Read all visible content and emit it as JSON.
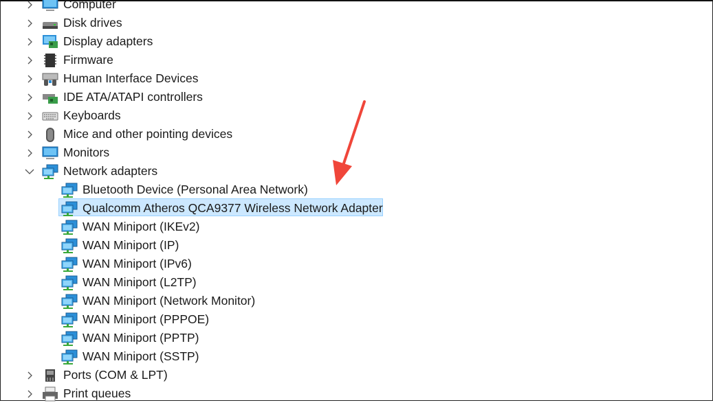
{
  "tree": {
    "categories_before": [
      {
        "label": "Computer",
        "icon": "computer-icon"
      },
      {
        "label": "Disk drives",
        "icon": "disk-drive-icon"
      },
      {
        "label": "Display adapters",
        "icon": "display-adapter-icon"
      },
      {
        "label": "Firmware",
        "icon": "firmware-chip-icon"
      },
      {
        "label": "Human Interface Devices",
        "icon": "hid-icon"
      },
      {
        "label": "IDE ATA/ATAPI controllers",
        "icon": "ide-controller-icon"
      },
      {
        "label": "Keyboards",
        "icon": "keyboard-icon"
      },
      {
        "label": "Mice and other pointing devices",
        "icon": "mouse-icon"
      },
      {
        "label": "Monitors",
        "icon": "monitor-icon"
      }
    ],
    "expanded": {
      "label": "Network adapters",
      "icon": "network-adapter-icon"
    },
    "children": [
      "Bluetooth Device (Personal Area Network)",
      "Qualcomm Atheros QCA9377 Wireless Network Adapter",
      "WAN Miniport (IKEv2)",
      "WAN Miniport (IP)",
      "WAN Miniport (IPv6)",
      "WAN Miniport (L2TP)",
      "WAN Miniport (Network Monitor)",
      "WAN Miniport (PPPOE)",
      "WAN Miniport (PPTP)",
      "WAN Miniport (SSTP)"
    ],
    "selected_child_index": 1,
    "categories_after": [
      {
        "label": "Ports (COM & LPT)",
        "icon": "port-icon"
      },
      {
        "label": "Print queues",
        "icon": "printer-icon"
      }
    ]
  },
  "colors": {
    "selection_bg": "#cce8ff",
    "selection_border": "#99d1ff",
    "annotation_arrow": "#f0463a"
  }
}
